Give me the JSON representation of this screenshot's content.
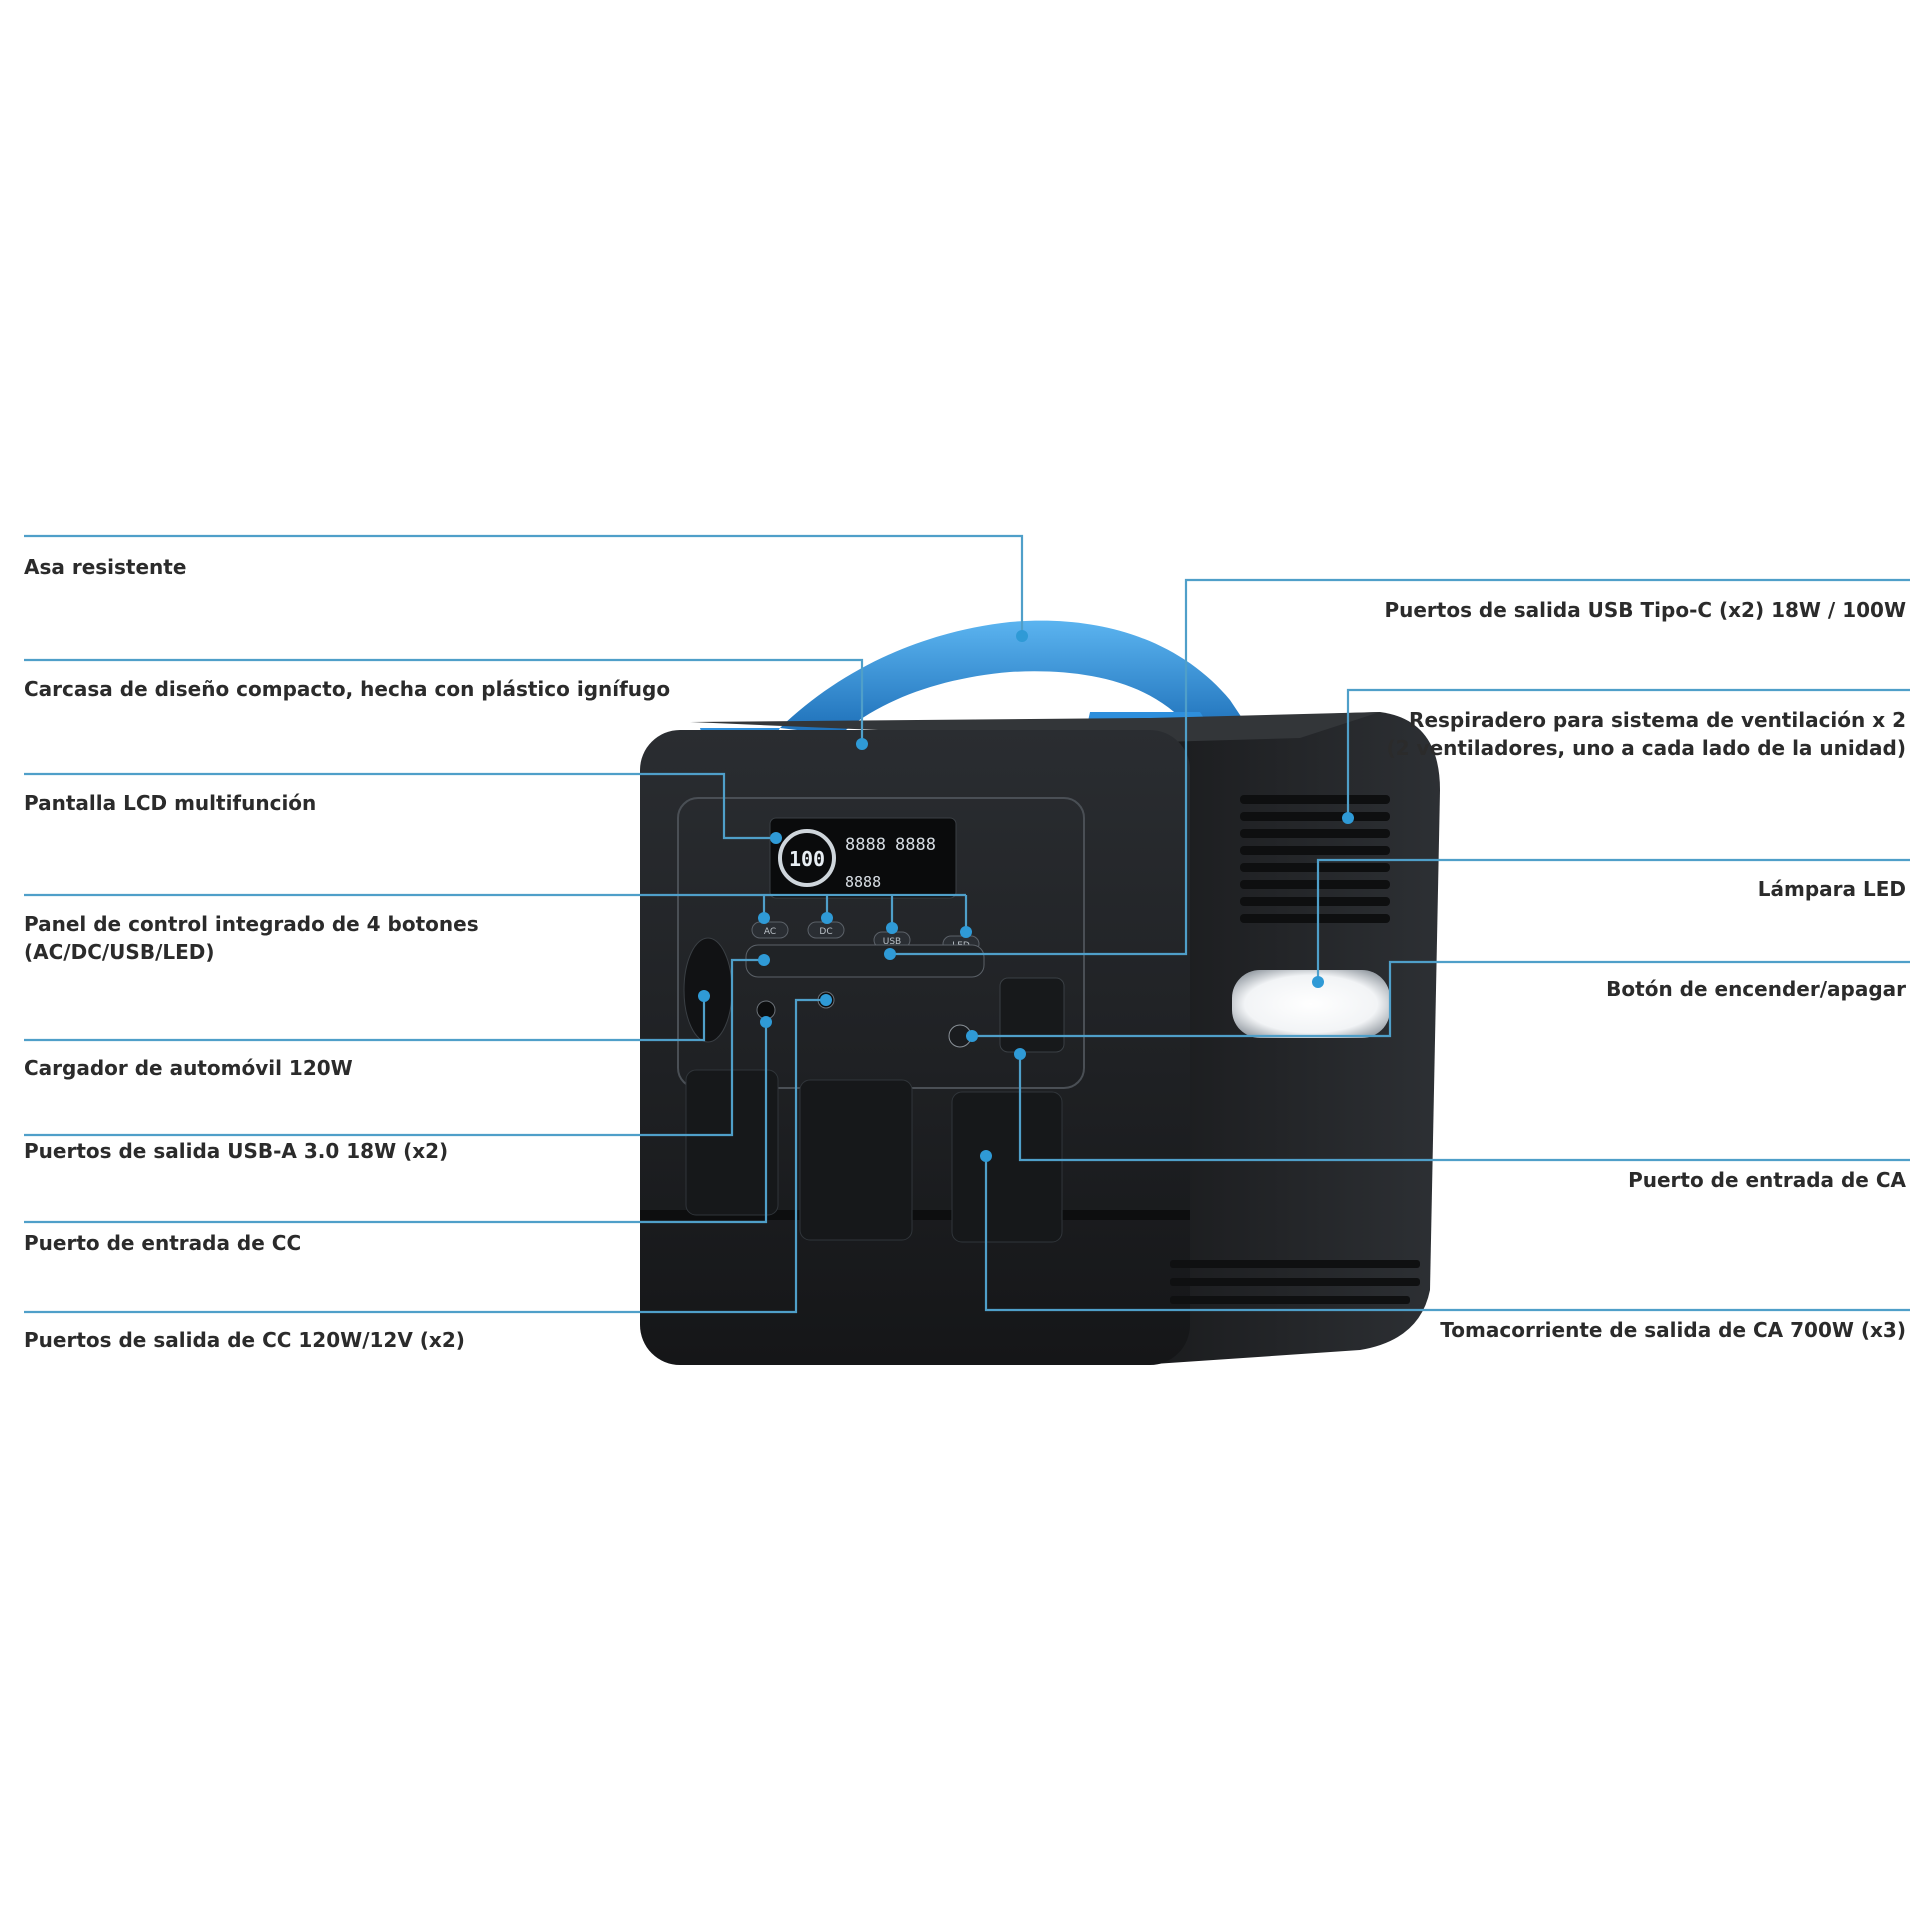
{
  "diagram": {
    "left_labels": {
      "handle": "Asa resistente",
      "housing": "Carcasa de diseño compacto, hecha con plástico ignífugo",
      "lcd": "Pantalla LCD multifunción",
      "control_panel_line1": "Panel de control integrado de 4 botones",
      "control_panel_line2": "(AC/DC/USB/LED)",
      "car_charger": "Cargador de automóvil 120W",
      "usb_a": "Puertos de salida USB-A 3.0 18W (x2)",
      "dc_input": "Puerto de entrada de CC",
      "dc_output": "Puertos de salida de CC 120W/12V (x2)"
    },
    "right_labels": {
      "usb_c": "Puertos de salida USB Tipo-C  (x2) 18W / 100W",
      "vent_line1": "Respiradero para sistema de ventilación x 2",
      "vent_line2": "(2 ventiladores, uno a cada lado de la unidad)",
      "led_lamp": "Lámpara LED",
      "power_button": "Botón de encender/apagar",
      "ac_input": "Puerto de entrada de CA",
      "ac_outlet": "Tomacorriente de salida de CA 700W (x3)"
    },
    "lcd": {
      "percent": "100",
      "reading_1": "8888",
      "reading_2": "8888",
      "reading_3": "8888"
    },
    "buttons": {
      "ac": "AC",
      "dc": "DC",
      "usb": "USB",
      "led": "LED"
    },
    "colors": {
      "leader": "#4f9fc9",
      "dot": "#2f9ad6",
      "handle": "#2e8fdc",
      "body": "#1d1f22"
    }
  }
}
